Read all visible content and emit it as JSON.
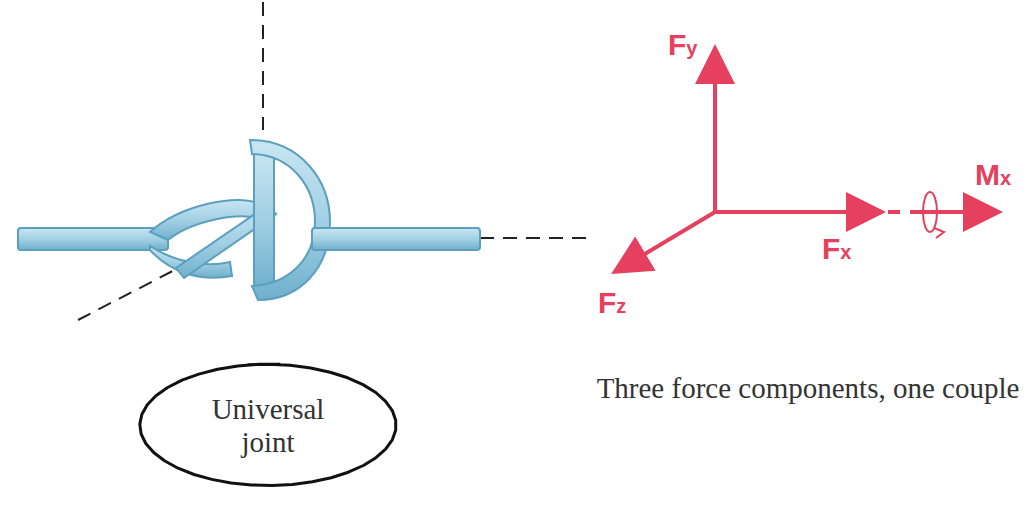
{
  "diagram": {
    "nodes": [
      {
        "text": [
          "Universal joint"
        ]
      }
    ],
    "labels": [
      "Fy",
      "Fx",
      "Fz",
      "Mx",
      "Three force components, one couple"
    ]
  }
}
